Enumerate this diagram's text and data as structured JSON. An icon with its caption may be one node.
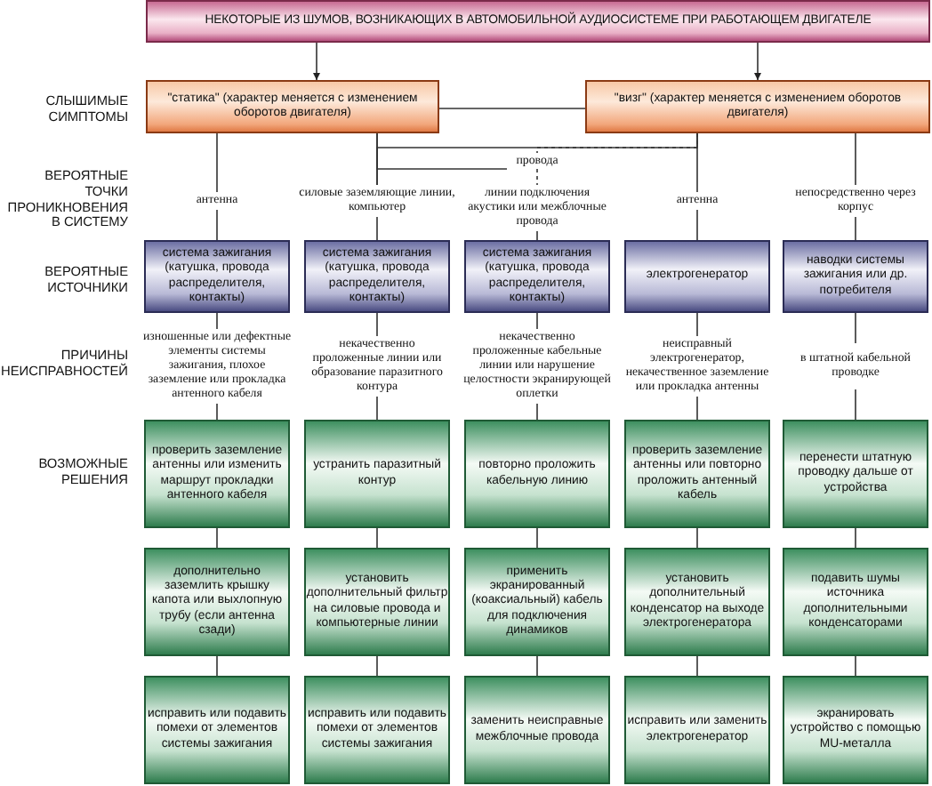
{
  "diagram": {
    "nodes": [
      {
        "text": [
          "НЕКОТОРЫЕ ИЗ ШУМОВ, ВОЗНИКАЮЩИХ В АВТОМОБИЛЬНОЙ АУДИОСИСТЕМЕ ПРИ РАБОТАЮЩЕМ ДВИГАТЕЛЕ"
        ]
      },
      {
        "text": [
          "\"статика\" (характер меняется с изменением оборотов двигателя)"
        ]
      },
      {
        "text": [
          "\"визг\" (характер меняется с изменением оборотов двигателя)"
        ]
      },
      {
        "text": [
          "антенна"
        ]
      },
      {
        "text": [
          "силовые заземляющие линии, компьютер"
        ]
      },
      {
        "text": [
          "провода"
        ]
      },
      {
        "text": [
          "линии подключения акустики или межблочные провода"
        ]
      },
      {
        "text": [
          "антенна"
        ]
      },
      {
        "text": [
          "непосредственно через корпус"
        ]
      },
      {
        "text": [
          "система зажигания (катушка, провода распределителя, контакты)"
        ]
      },
      {
        "text": [
          "система зажигания (катушка, провода распределителя, контакты)"
        ]
      },
      {
        "text": [
          "система зажигания (катушка, провода распределителя, контакты)"
        ]
      },
      {
        "text": [
          "электрогенератор"
        ]
      },
      {
        "text": [
          "наводки системы зажигания или др. потребителя"
        ]
      },
      {
        "text": [
          "изношенные или дефектные элементы системы зажигания, плохое заземление или прокладка антенного кабеля"
        ]
      },
      {
        "text": [
          "некачественно проложенные линии или образование паразитного контура"
        ]
      },
      {
        "text": [
          "некачественно проложенные кабельные линии или нарушение целостности экранирующей оплетки"
        ]
      },
      {
        "text": [
          "неисправный электрогенератор, некачественное заземление или прокладка антенны"
        ]
      },
      {
        "text": [
          "в штатной кабельной проводке"
        ]
      },
      {
        "text": [
          "проверить заземление антенны или изменить маршрут прокладки антенного кабеля"
        ]
      },
      {
        "text": [
          "устранить паразитный контур"
        ]
      },
      {
        "text": [
          "повторно проложить кабельную линию"
        ]
      },
      {
        "text": [
          "проверить заземление антенны или повторно проложить антенный кабель"
        ]
      },
      {
        "text": [
          "перенести штатную проводку дальше от устройства"
        ]
      },
      {
        "text": [
          "дополнительно заземлить крышку капота или выхлопную трубу (если антенна сзади)"
        ]
      },
      {
        "text": [
          "установить дополнительный фильтр на силовые провода и компьютерные линии"
        ]
      },
      {
        "text": [
          "применить экранированный (коаксиальный) кабель для подключения динамиков"
        ]
      },
      {
        "text": [
          "установить дополнительный конденсатор на выходе электрогенератора"
        ]
      },
      {
        "text": [
          "подавить шумы источника дополнительными конденсаторами"
        ]
      },
      {
        "text": [
          "исправить или подавить помехи от элементов системы зажигания"
        ]
      },
      {
        "text": [
          "исправить или подавить помехи от элементов системы зажигания"
        ]
      },
      {
        "text": [
          "заменить неисправные межблочные провода"
        ]
      },
      {
        "text": [
          "исправить или заменить электрогенератор"
        ]
      },
      {
        "text": [
          "экранировать устройство с помощью MU-металла"
        ]
      }
    ],
    "edges": [
      {
        "from": 0,
        "to": 1,
        "arrow": "to"
      },
      {
        "from": 0,
        "to": 2,
        "arrow": "to"
      },
      {
        "from": 1,
        "to": 2,
        "arrow": "none"
      },
      {
        "from": 1,
        "to": 3,
        "arrow": "none"
      },
      {
        "from": 1,
        "to": 4,
        "arrow": "none"
      },
      {
        "from": 2,
        "to": 4,
        "arrow": "none"
      },
      {
        "from": 1,
        "to": 5,
        "arrow": "none"
      },
      {
        "from": 2,
        "to": 5,
        "arrow": "none",
        "style": "dashed"
      },
      {
        "from": 5,
        "to": 6,
        "arrow": "none",
        "style": "dashed"
      },
      {
        "from": 2,
        "to": 7,
        "arrow": "none"
      },
      {
        "from": 2,
        "to": 8,
        "arrow": "none"
      },
      {
        "from": 3,
        "to": 9,
        "arrow": "none"
      },
      {
        "from": 4,
        "to": 10,
        "arrow": "none"
      },
      {
        "from": 6,
        "to": 11,
        "arrow": "none"
      },
      {
        "from": 7,
        "to": 12,
        "arrow": "none"
      },
      {
        "from": 8,
        "to": 13,
        "arrow": "none"
      },
      {
        "from": 9,
        "to": 14,
        "arrow": "none"
      },
      {
        "from": 10,
        "to": 15,
        "arrow": "none"
      },
      {
        "from": 11,
        "to": 16,
        "arrow": "none"
      },
      {
        "from": 12,
        "to": 17,
        "arrow": "none"
      },
      {
        "from": 13,
        "to": 18,
        "arrow": "none"
      },
      {
        "from": 14,
        "to": 19,
        "arrow": "none"
      },
      {
        "from": 15,
        "to": 20,
        "arrow": "none"
      },
      {
        "from": 16,
        "to": 21,
        "arrow": "none"
      },
      {
        "from": 17,
        "to": 22,
        "arrow": "none"
      },
      {
        "from": 18,
        "to": 23,
        "arrow": "none"
      },
      {
        "from": 19,
        "to": 24,
        "arrow": "none"
      },
      {
        "from": 20,
        "to": 25,
        "arrow": "none"
      },
      {
        "from": 21,
        "to": 26,
        "arrow": "none"
      },
      {
        "from": 22,
        "to": 27,
        "arrow": "none"
      },
      {
        "from": 23,
        "to": 28,
        "arrow": "none"
      },
      {
        "from": 24,
        "to": 29,
        "arrow": "none"
      },
      {
        "from": 25,
        "to": 30,
        "arrow": "none"
      },
      {
        "from": 26,
        "to": 31,
        "arrow": "none"
      },
      {
        "from": 27,
        "to": 32,
        "arrow": "none"
      },
      {
        "from": 28,
        "to": 33,
        "arrow": "none"
      }
    ],
    "labels": [
      "СЛЫШИМЫЕ СИМПТОМЫ",
      "ВЕРОЯТНЫЕ ТОЧКИ ПРОНИКНОВЕНИЯ В СИСТЕМУ",
      "ВЕРОЯТНЫЕ ИСТОЧНИКИ",
      "ПРИЧИНЫ НЕИСПРАВНОСТЕЙ",
      "ВОЗМОЖНЫЕ РЕШЕНИЯ"
    ]
  }
}
